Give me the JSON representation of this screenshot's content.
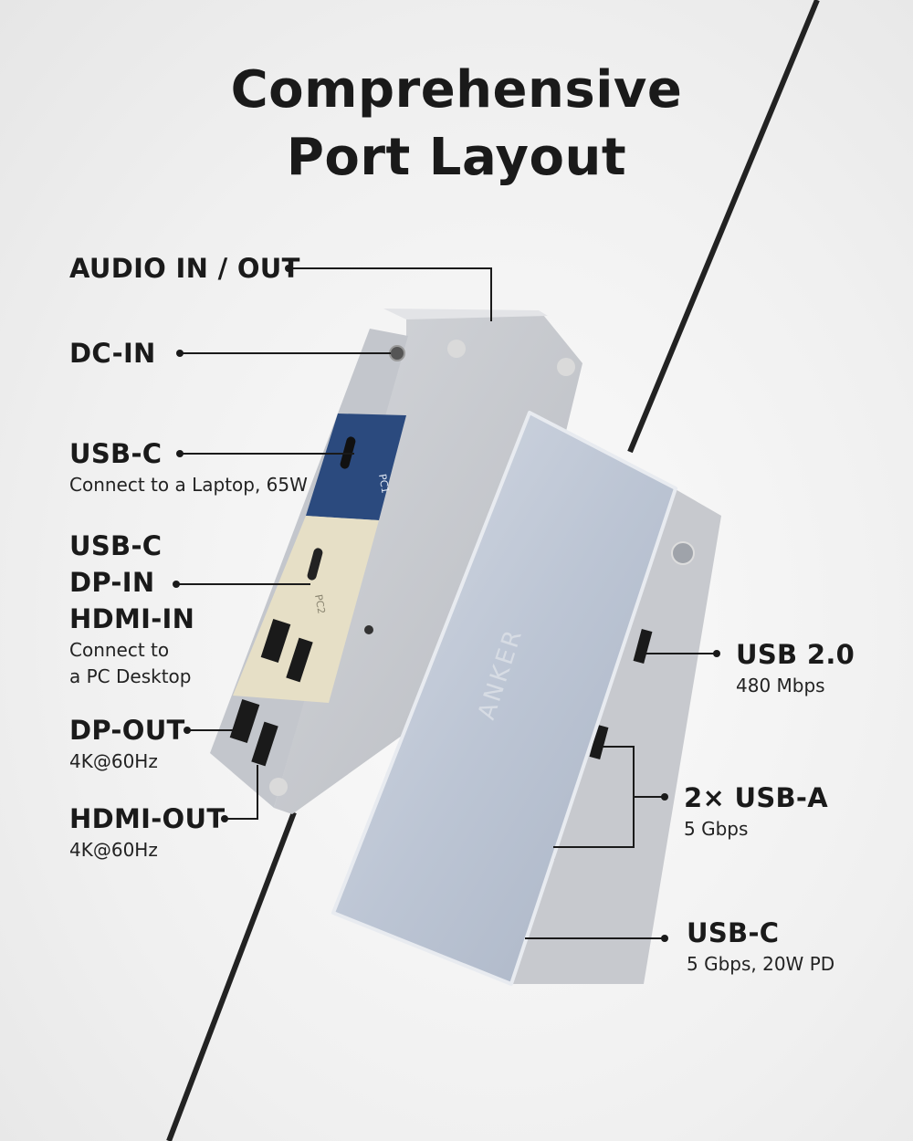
{
  "title": {
    "line1": "Comprehensive",
    "line2": "Port Layout"
  },
  "left_labels": [
    {
      "heading": "AUDIO IN / OUT"
    },
    {
      "heading": "DC-IN"
    },
    {
      "heading": "USB-C",
      "sub": "Connect to a Laptop, 65W"
    },
    {
      "heading_lines": [
        "USB-C",
        "DP-IN",
        "HDMI-IN"
      ],
      "sub_lines": [
        "Connect to",
        "a PC Desktop"
      ]
    },
    {
      "heading": "DP-OUT",
      "sub": "4K@60Hz"
    },
    {
      "heading": "HDMI-OUT",
      "sub": "4K@60Hz"
    }
  ],
  "right_labels": [
    {
      "heading": "USB 2.0",
      "sub": "480 Mbps"
    },
    {
      "heading": "2× USB-A",
      "sub": "5 Gbps"
    },
    {
      "heading": "USB-C",
      "sub": "5 Gbps, 20W PD"
    }
  ],
  "device": {
    "brand": "ANKER",
    "port_group_1": "PC1",
    "port_group_2": "PC2",
    "dc_label": "DC-IN"
  },
  "colors": {
    "pc1_panel": "#2b4a7e",
    "pc2_panel": "#e6dfc6",
    "body": "#c9cbd0",
    "lid": "#b9c3d3",
    "text": "#1a1a1a"
  }
}
